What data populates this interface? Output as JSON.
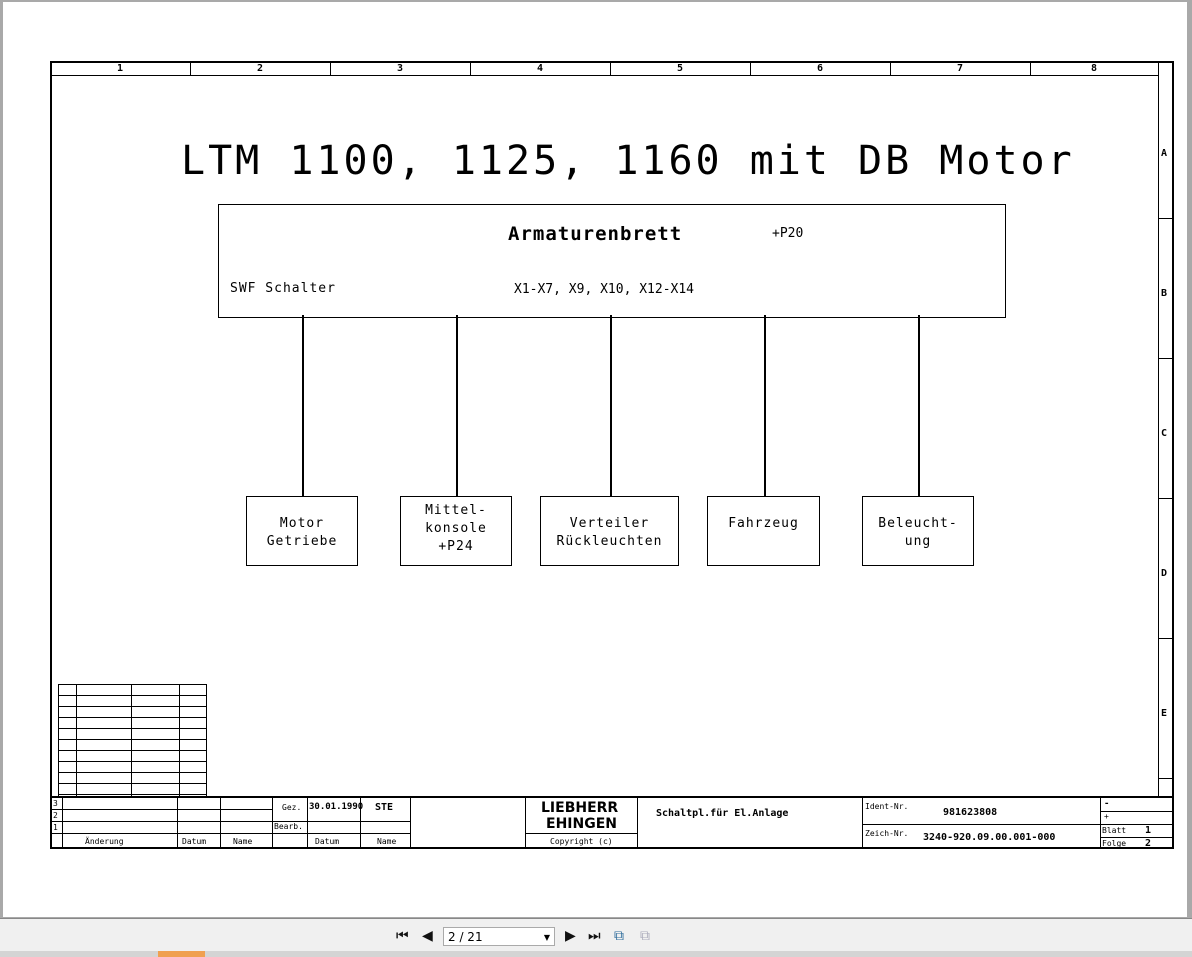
{
  "drawing": {
    "columns": [
      "1",
      "2",
      "3",
      "4",
      "5",
      "6",
      "7",
      "8"
    ],
    "rows": [
      "A",
      "B",
      "C",
      "D",
      "E"
    ],
    "title": "LTM 1100, 1125, 1160 mit DB Motor",
    "main_box": {
      "title": "Armaturenbrett",
      "ref": "+P20",
      "left_label": "SWF Schalter",
      "connectors": "X1-X7, X9, X10, X12-X14"
    },
    "sub_boxes": [
      {
        "line1": "Motor",
        "line2": "Getriebe",
        "line3": ""
      },
      {
        "line1": "Mittel-",
        "line2": "konsole",
        "line3": "+P24"
      },
      {
        "line1": "Verteiler",
        "line2": "Rückleuchten",
        "line3": ""
      },
      {
        "line1": "Fahrzeug",
        "line2": "",
        "line3": ""
      },
      {
        "line1": "Beleucht-",
        "line2": "ung",
        "line3": ""
      }
    ],
    "title_block": {
      "rev_rows": [
        "3",
        "2",
        "1"
      ],
      "aenderung": "Änderung",
      "datum": "Datum",
      "name": "Name",
      "gez": "Gez.",
      "gez_date": "30.01.1990",
      "gez_name": "STE",
      "bearb": "Bearb.",
      "company1": "LIEBHERR",
      "company2": "EHINGEN",
      "copyright": "Copyright (c)",
      "description": "Schaltpl.für El.Anlage",
      "ident_label": "Ident-Nr.",
      "ident": "981623808",
      "zeich_label": "Zeich-Nr.",
      "zeich": "3240-920.09.00.001-000",
      "minus": "-",
      "plus": "+",
      "blatt_label": "Blatt",
      "blatt": "1",
      "folge_label": "Folge",
      "folge": "2"
    }
  },
  "toolbar": {
    "page_value": "2 / 21"
  }
}
